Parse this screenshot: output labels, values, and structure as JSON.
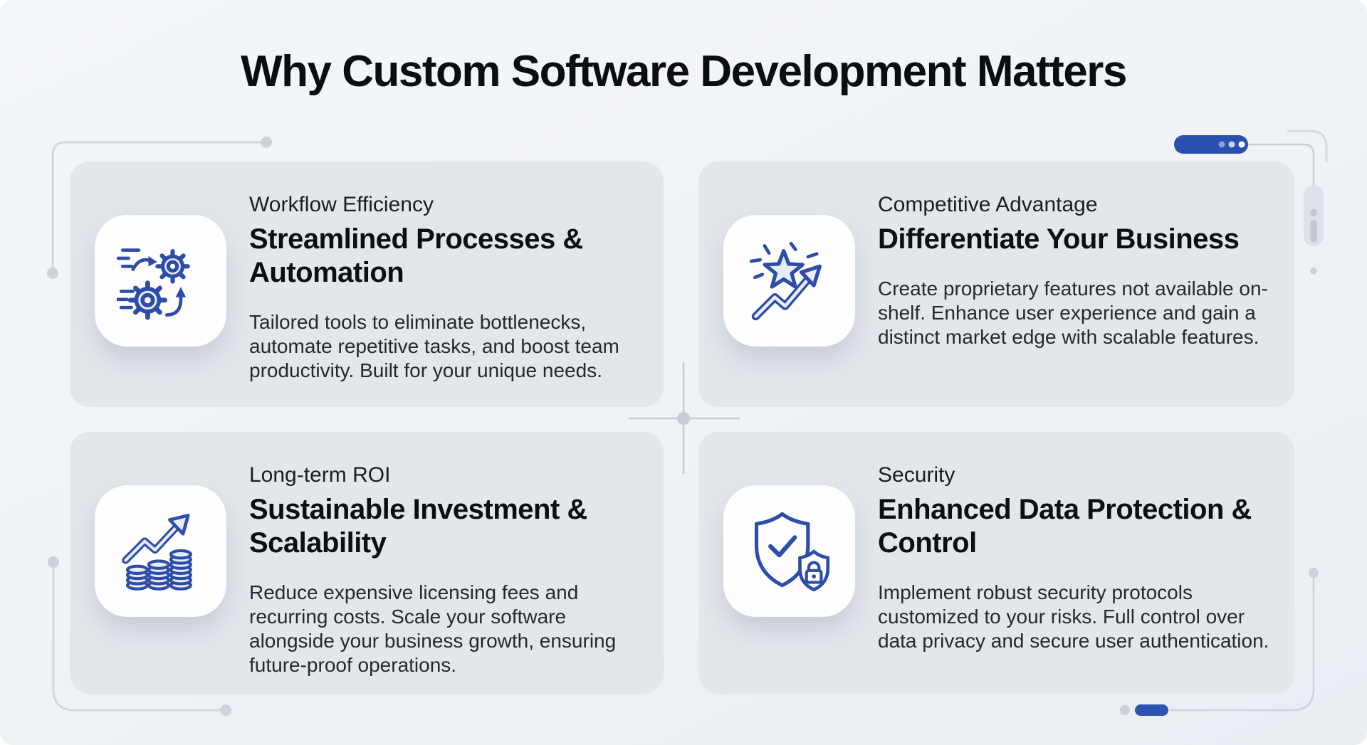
{
  "title": "Why Custom Software Development Matters",
  "colors": {
    "accent_blue": "#2c50b0",
    "icon_stroke_blue": "#2d4da8",
    "canvas_background": "#f0f3f7",
    "card_background": "#e3e6eb",
    "line_gray": "#d3d6dc"
  },
  "cards": [
    {
      "id": "workflow-efficiency",
      "icon": "gears-automation-icon",
      "eyebrow": "Workflow Efficiency",
      "heading": "Streamlined Processes & Automation",
      "body": "Tailored tools to eliminate bottlenecks, automate repetitive tasks, and boost team productivity. Built for your unique needs."
    },
    {
      "id": "competitive-advantage",
      "icon": "star-growth-icon",
      "eyebrow": "Competitive Advantage",
      "heading": "Differentiate Your Business",
      "body": "Create proprietary features not available on-shelf. Enhance user experience and gain a distinct market edge with scalable features."
    },
    {
      "id": "long-term-roi",
      "icon": "coins-growth-icon",
      "eyebrow": "Long-term ROI",
      "heading": "Sustainable Investment & Scalability",
      "body": "Reduce expensive licensing fees and recurring costs. Scale your software alongside your business growth, ensuring future-proof operations."
    },
    {
      "id": "security",
      "icon": "shield-lock-icon",
      "eyebrow": "Security",
      "heading": "Enhanced Data Protection & Control",
      "body": "Implement robust security protocols customized to your risks. Full control over data privacy and secure user authentication."
    }
  ],
  "decorations": {
    "top_left_bracket": "corner-connector-line with end dots",
    "bottom_left_bracket": "corner-connector-line with end dots",
    "center_crosshair": "crosshair-marker",
    "top_right_pill": {
      "name": "browser-pill",
      "color": "#2c50b0",
      "dot_count": 3
    },
    "right_widget": "scrollbar-remote-widget",
    "bottom_right_pill": {
      "name": "progress-pill",
      "color": "#2d52b4"
    },
    "bottom_right_bracket": "corner-connector-line with end dot"
  }
}
